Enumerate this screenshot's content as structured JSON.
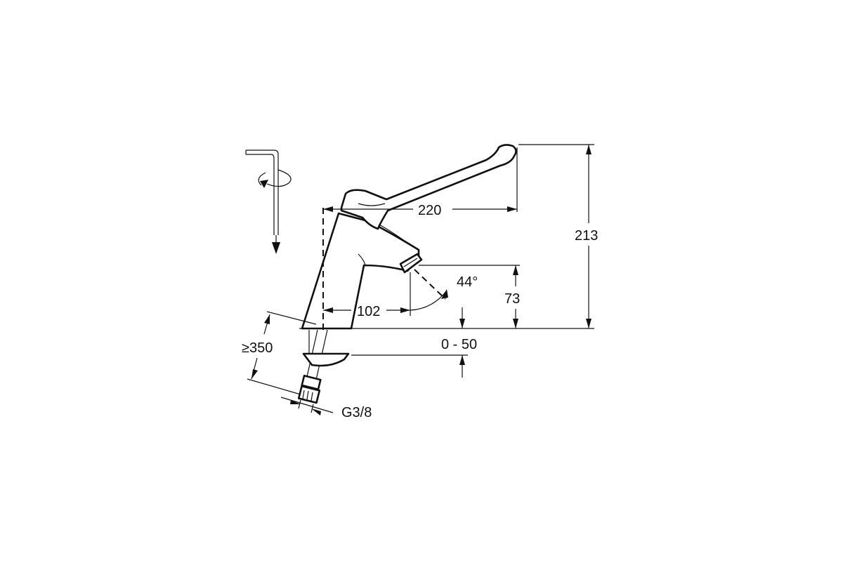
{
  "drawing": {
    "dim_spout_reach": "220",
    "dim_total_height": "213",
    "dim_outlet_height": "73",
    "dim_spout_offset": "102",
    "dim_angle": "44°",
    "dim_deck_thickness": "0 - 50",
    "dim_hose_length": "≥350",
    "dim_connection": "G3/8"
  }
}
